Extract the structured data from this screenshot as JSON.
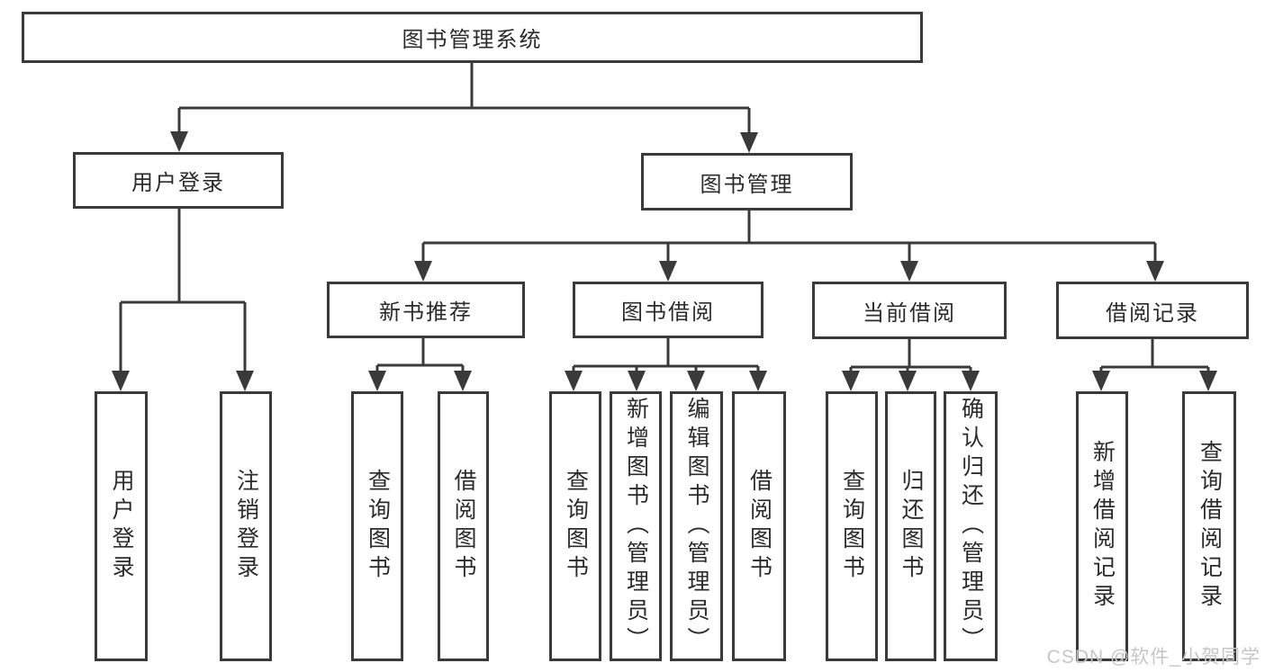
{
  "diagram": {
    "type": "hierarchy-tree",
    "colors": {
      "line": "#3a3a3a",
      "box_border": "#3a3a3a",
      "text": "#2b2b2b",
      "watermark": "#c6c6c6",
      "background": "#ffffff"
    },
    "watermark": "CSDN @软件_小贺同学"
  },
  "tree": {
    "label": "图书管理系统",
    "children": [
      {
        "label": "用户登录",
        "children": [
          {
            "label": "用户登录"
          },
          {
            "label": "注销登录"
          }
        ]
      },
      {
        "label": "图书管理",
        "children": [
          {
            "label": "新书推荐",
            "children": [
              {
                "label": "查询图书"
              },
              {
                "label": "借阅图书"
              }
            ]
          },
          {
            "label": "图书借阅",
            "children": [
              {
                "label": "查询图书"
              },
              {
                "label": "新增图书（管理员）"
              },
              {
                "label": "编辑图书（管理员）"
              },
              {
                "label": "借阅图书"
              }
            ]
          },
          {
            "label": "当前借阅",
            "children": [
              {
                "label": "查询图书"
              },
              {
                "label": "归还图书"
              },
              {
                "label": "确认归还（管理员）"
              }
            ]
          },
          {
            "label": "借阅记录",
            "children": [
              {
                "label": "新增借阅记录"
              },
              {
                "label": "查询借阅记录"
              }
            ]
          }
        ]
      }
    ]
  }
}
